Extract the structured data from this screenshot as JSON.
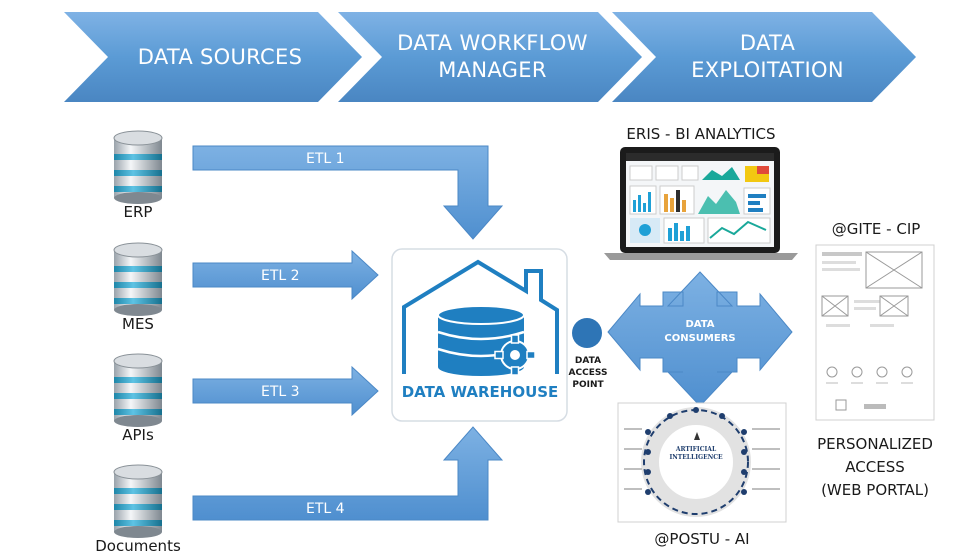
{
  "stages": [
    {
      "label": "DATA SOURCES"
    },
    {
      "label_line1": "DATA WORKFLOW",
      "label_line2": "MANAGER"
    },
    {
      "label_line1": "DATA",
      "label_line2": "EXPLOITATION"
    }
  ],
  "sources": [
    {
      "label": "ERP",
      "etl": "ETL 1"
    },
    {
      "label": "MES",
      "etl": "ETL 2"
    },
    {
      "label": "APIs",
      "etl": "ETL 3"
    },
    {
      "label": "Documents",
      "etl": "ETL 4"
    }
  ],
  "warehouse": {
    "label": "DATA WAREHOUSE"
  },
  "access_point": {
    "line1": "DATA",
    "line2": "ACCESS",
    "line3": "POINT"
  },
  "consumers": {
    "line1": "DATA",
    "line2": "CONSUMERS"
  },
  "bi": {
    "title": "ERIS - BI ANALYTICS"
  },
  "portal": {
    "title": "@GITE - CIP",
    "line1": "PERSONALIZED",
    "line2": "ACCESS",
    "line3": "(WEB PORTAL)"
  },
  "ai": {
    "title": "@POSTU - AI",
    "center_line1": "ARTIFICIAL",
    "center_line2": "INTELLIGENCE"
  },
  "colors": {
    "arrow_blue": "#5b9bd5",
    "dark_blue": "#2e75b6",
    "warehouse_blue": "#1f7fc1"
  }
}
